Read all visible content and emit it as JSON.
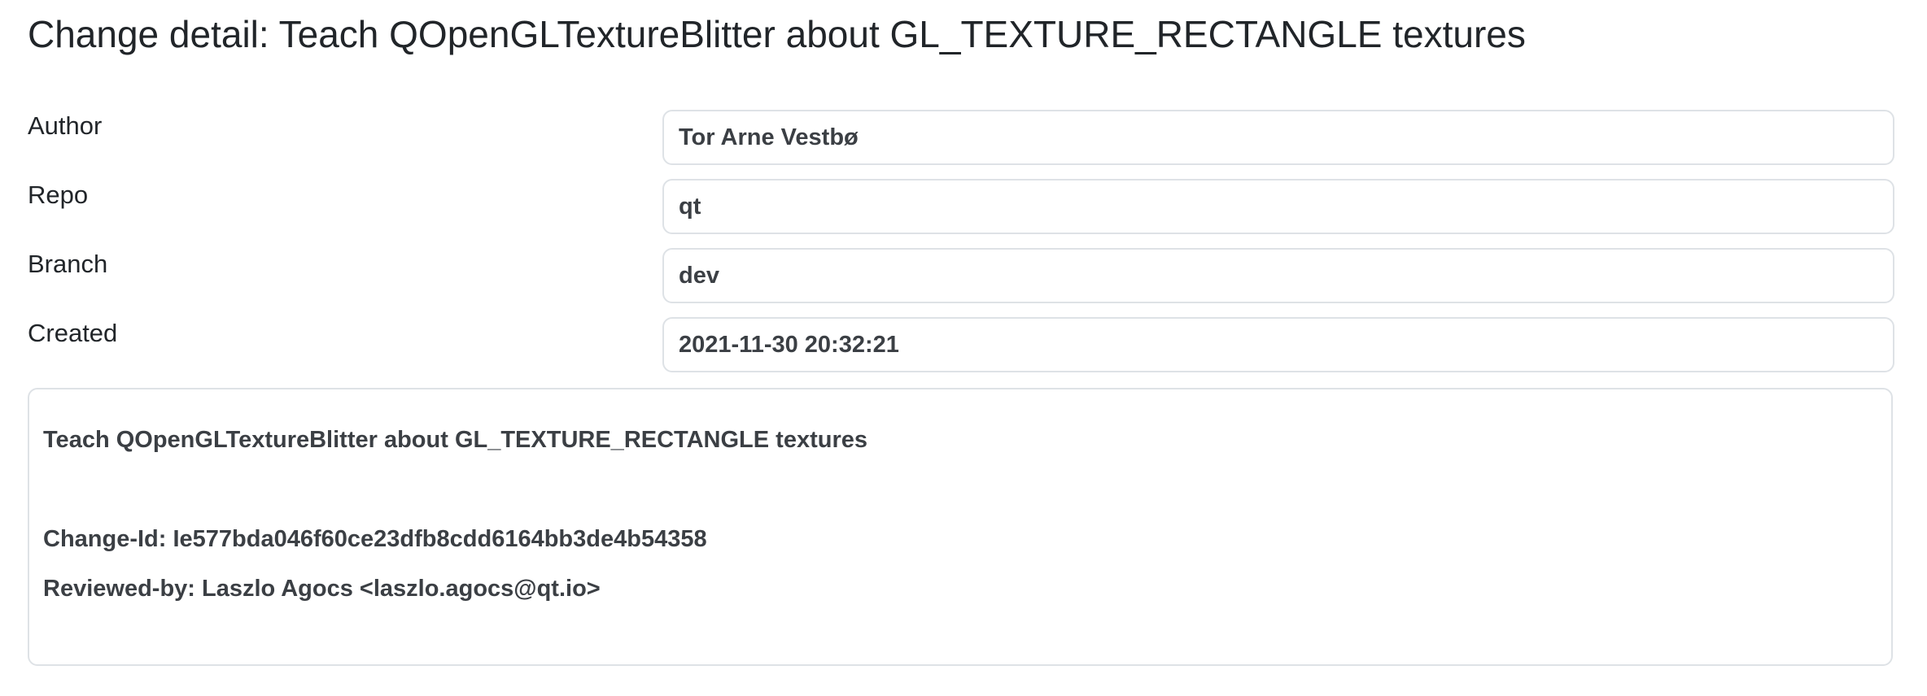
{
  "page": {
    "title": "Change detail: Teach QOpenGLTextureBlitter about GL_TEXTURE_RECTANGLE textures"
  },
  "fields": {
    "author": {
      "label": "Author",
      "value": "Tor Arne Vestbø"
    },
    "repo": {
      "label": "Repo",
      "value": "qt"
    },
    "branch": {
      "label": "Branch",
      "value": "dev"
    },
    "created": {
      "label": "Created",
      "value": "2021-11-30 20:32:21"
    }
  },
  "message": {
    "subject": "Teach QOpenGLTextureBlitter about GL_TEXTURE_RECTANGLE textures",
    "change_id": "Change-Id: Ie577bda046f60ce23dfb8cdd6164bb3de4b54358",
    "reviewed_by": "Reviewed-by: Laszlo Agocs <laszlo.agocs@qt.io>"
  }
}
